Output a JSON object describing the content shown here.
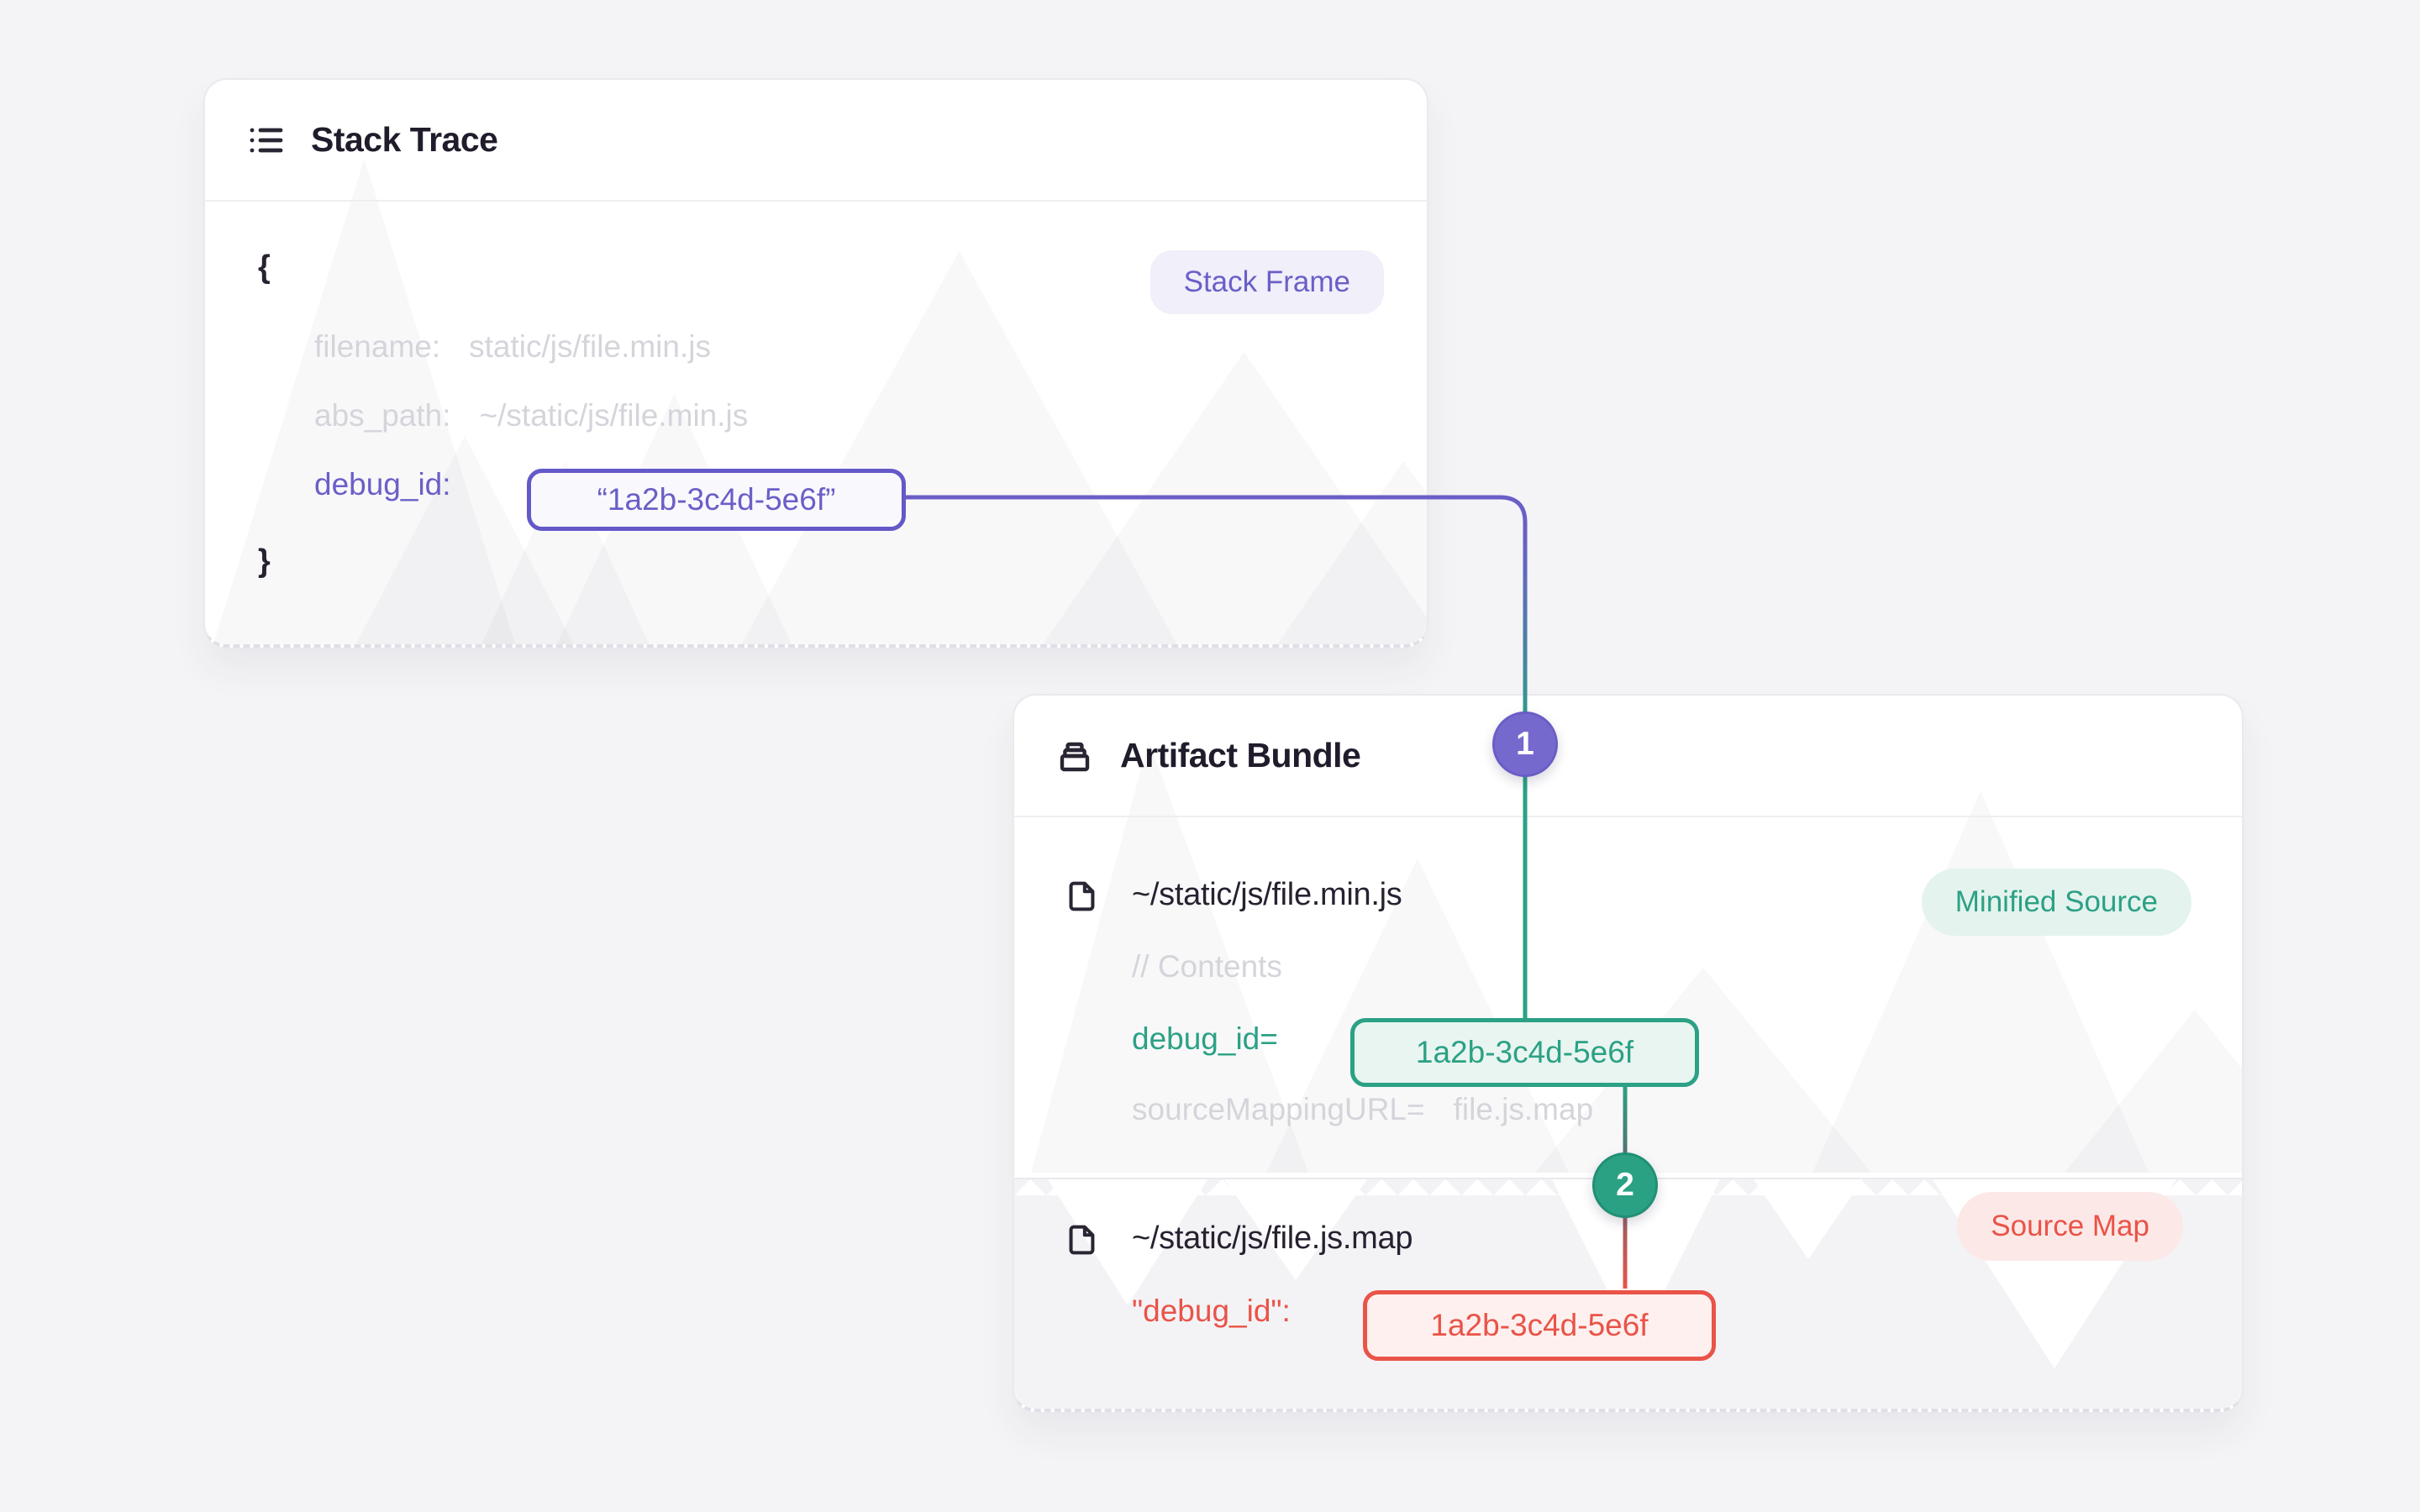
{
  "stack_trace": {
    "title": "Stack Trace",
    "icon": "list-icon",
    "badge": {
      "label": "Stack Frame"
    },
    "code": {
      "open": "{",
      "close": "}",
      "ghost_lines": [
        {
          "label": "filename:",
          "value": "static/js/file.min.js"
        },
        {
          "label": "abs_path:",
          "value": "~/static/js/file.min.js"
        }
      ],
      "debug": {
        "label": "debug_id:",
        "value": "“1a2b-3c4d-5e6f”"
      }
    }
  },
  "artifact_bundle": {
    "title": "Artifact Bundle",
    "icon": "archive-icon",
    "minified": {
      "path": "~/static/js/file.min.js",
      "badge": {
        "label": "Minified Source"
      },
      "comment": "// Contents",
      "debug": {
        "label": "debug_id=",
        "value": "1a2b-3c4d-5e6f"
      },
      "sourcemap_ref": {
        "label": "sourceMappingURL=",
        "value": "file.js.map"
      }
    },
    "sourcemap": {
      "path": "~/static/js/file.js.map",
      "badge": {
        "label": "Source Map"
      },
      "debug": {
        "label": "\"debug_id\":",
        "value": "1a2b-3c4d-5e6f"
      }
    }
  },
  "connectors": {
    "step1": "1",
    "step2": "2"
  },
  "colors": {
    "purple": "#6a5fc7",
    "green": "#2ba185",
    "red": "#ea5348",
    "dark_text": "#272130",
    "ghost_text": "#d5d4db",
    "page_bg": "#f4f4f6"
  }
}
